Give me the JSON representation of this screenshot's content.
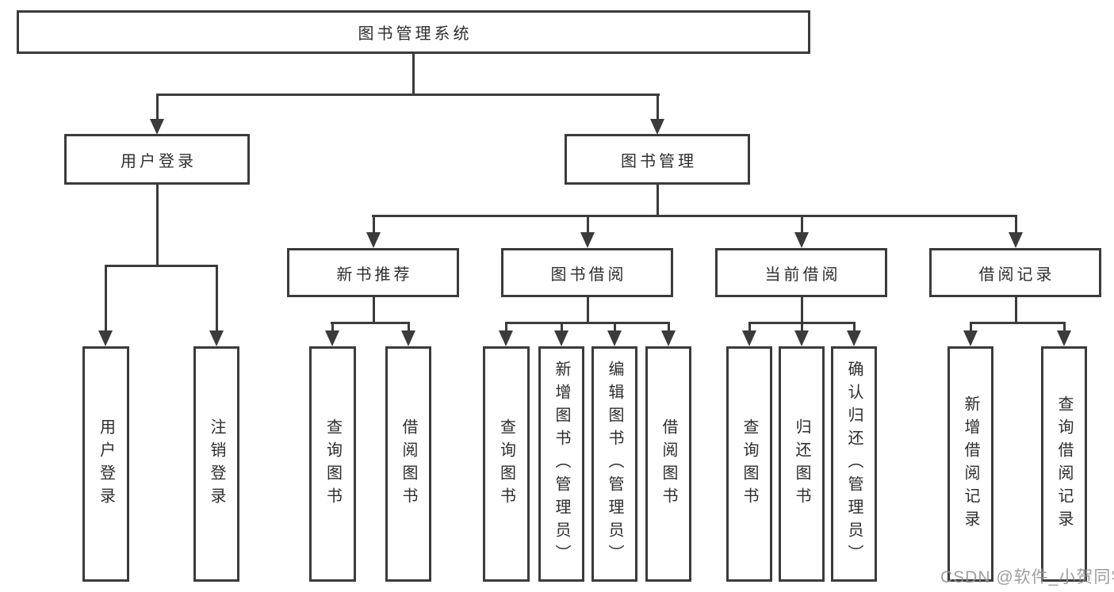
{
  "tree": {
    "root": {
      "label": "图书管理系统"
    },
    "branches": [
      {
        "label": "用户登录",
        "leaves": [
          "用户登录",
          "注销登录"
        ]
      },
      {
        "label": "图书管理",
        "groups": [
          {
            "label": "新书推荐",
            "leaves": [
              "查询图书",
              "借阅图书"
            ]
          },
          {
            "label": "图书借阅",
            "leaves": [
              "查询图书",
              "新增图书（管理员）",
              "编辑图书（管理员）",
              "借阅图书"
            ]
          },
          {
            "label": "当前借阅",
            "leaves": [
              "查询图书",
              "归还图书",
              "确认归还（管理员）"
            ]
          },
          {
            "label": "借阅记录",
            "leaves": [
              "新增借阅记录",
              "查询借阅记录"
            ]
          }
        ]
      }
    ]
  },
  "watermark": "CSDN @软件_小贺同学",
  "colors": {
    "line": "#3b3b3b",
    "text": "#2d2d2d",
    "background": "#ffffff",
    "watermark": "#949494"
  }
}
